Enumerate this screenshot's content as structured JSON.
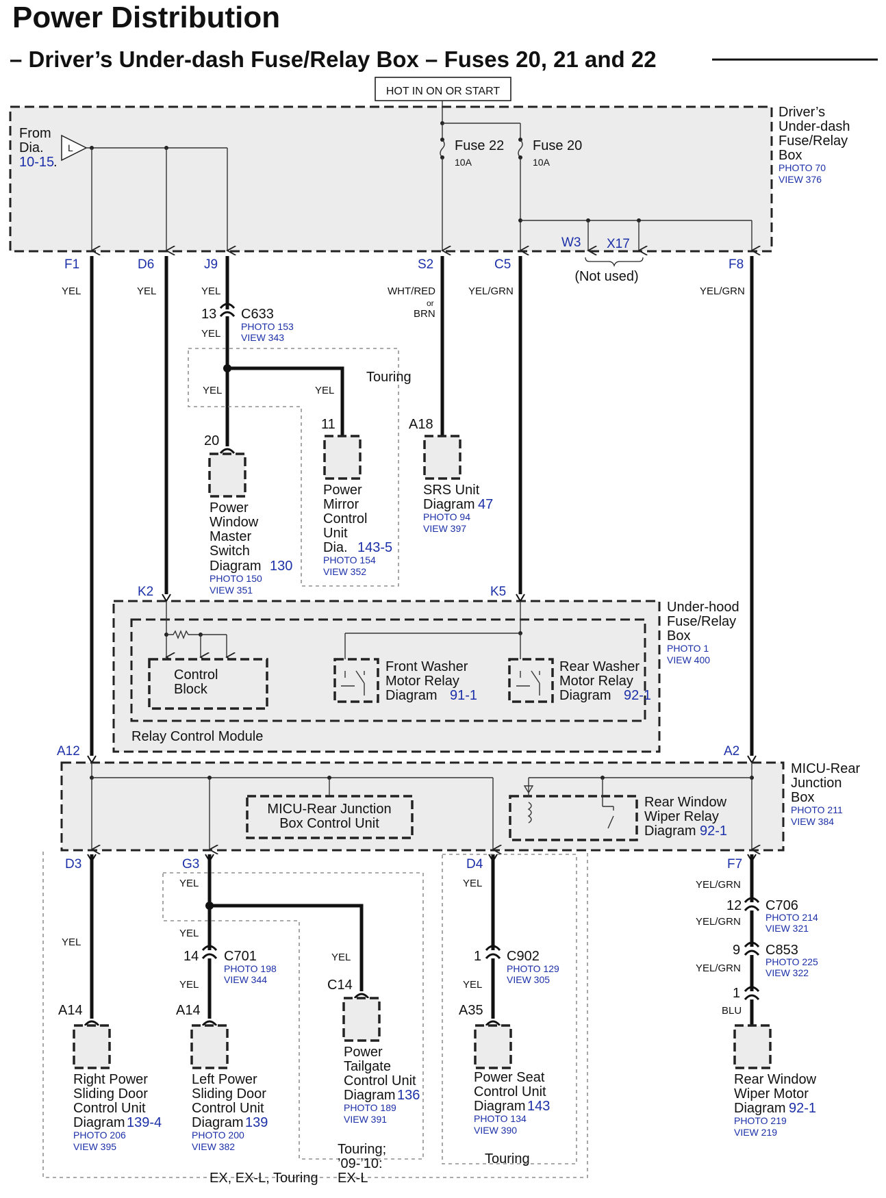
{
  "title": "Power Distribution",
  "subtitle": "– Driver’s Under-dash Fuse/Relay Box – Fuses 20, 21 and 22",
  "hot_label": "HOT IN ON OR START",
  "from_dia": {
    "line1": "From",
    "line2": "Dia.",
    "ref": "10-15",
    "dot": ".",
    "symbol": "L"
  },
  "driver_box": {
    "line1": "Driver’s",
    "line2": "Under-dash",
    "line3": "Fuse/Relay",
    "line4": "Box",
    "photo": "PHOTO 70",
    "view": "VIEW 376"
  },
  "fuses": [
    {
      "name": "Fuse 22",
      "rating": "10A"
    },
    {
      "name": "Fuse 20",
      "rating": "10A"
    }
  ],
  "terminals_top": {
    "f1": "F1",
    "d6": "D6",
    "j9": "J9",
    "s2": "S2",
    "c5": "C5",
    "w3": "W3",
    "x17": "X17",
    "f8": "F8",
    "not_used": "(Not used)"
  },
  "wire_colors": {
    "yel": "YEL",
    "wht_red": "WHT/RED",
    "or": "or",
    "brn": "BRN",
    "yel_grn": "YEL/GRN",
    "blu": "BLU"
  },
  "c633": {
    "pin": "13",
    "name": "C633",
    "photo": "PHOTO 153",
    "view": "VIEW 343"
  },
  "touring": "Touring",
  "pwm_switch": {
    "pin": "20",
    "line1": "Power",
    "line2": "Window",
    "line3": "Master",
    "line4": "Switch",
    "diagram": "Diagram",
    "num": "130",
    "photo": "PHOTO 150",
    "view": "VIEW 351"
  },
  "mirror_unit": {
    "pin": "11",
    "line1": "Power",
    "line2": "Mirror",
    "line3": "Control",
    "line4": "Unit",
    "dia": "Dia.",
    "num": "143-5",
    "photo": "PHOTO 154",
    "view": "VIEW 352"
  },
  "srs_unit": {
    "pin": "A18",
    "line1": "SRS Unit",
    "diagram": "Diagram",
    "num": "47",
    "photo": "PHOTO 94",
    "view": "VIEW 397"
  },
  "underhood": {
    "k2": "K2",
    "k5": "K5",
    "line1": "Under-hood",
    "line2": "Fuse/Relay",
    "line3": "Box",
    "photo": "PHOTO 1",
    "view": "VIEW 400",
    "control_block": {
      "line1": "Control",
      "line2": "Block"
    },
    "front_washer": {
      "line1": "Front Washer",
      "line2": "Motor Relay",
      "diagram": "Diagram",
      "num": "91-1"
    },
    "rear_washer": {
      "line1": "Rear Washer",
      "line2": "Motor Relay",
      "diagram": "Diagram",
      "num": "92-1"
    },
    "module": "Relay Control Module"
  },
  "micu": {
    "a12": "A12",
    "a2": "A2",
    "line1": "MICU-Rear",
    "line2": "Junction",
    "line3": "Box",
    "photo": "PHOTO 211",
    "view": "VIEW 384",
    "cu_line1": "MICU-Rear Junction",
    "cu_line2": "Box Control Unit",
    "wiper_relay": {
      "line1": "Rear Window",
      "line2": "Wiper Relay",
      "diagram": "Diagram",
      "num": "92-1"
    }
  },
  "terminals_bottom": {
    "d3": "D3",
    "g3": "G3",
    "d4": "D4",
    "f7": "F7"
  },
  "c701": {
    "pin": "14",
    "name": "C701",
    "photo": "PHOTO 198",
    "view": "VIEW 344"
  },
  "c902": {
    "pin": "1",
    "name": "C902",
    "photo": "PHOTO 129",
    "view": "VIEW 305"
  },
  "c706": {
    "pin": "12",
    "name": "C706",
    "photo": "PHOTO 214",
    "view": "VIEW 321"
  },
  "c853": {
    "pin": "9",
    "name": "C853",
    "photo": "PHOTO 225",
    "view": "VIEW 322"
  },
  "wiper_motor_pin": "1",
  "right_door": {
    "pin": "A14",
    "line1": "Right Power",
    "line2": "Sliding Door",
    "line3": "Control Unit",
    "diagram": "Diagram",
    "num": "139-4",
    "photo": "PHOTO 206",
    "view": "VIEW 395"
  },
  "left_door": {
    "pin": "A14",
    "line1": "Left Power",
    "line2": "Sliding Door",
    "line3": "Control Unit",
    "diagram": "Diagram",
    "num": "139",
    "photo": "PHOTO 200",
    "view": "VIEW 382"
  },
  "tailgate": {
    "pin": "C14",
    "line1": "Power",
    "line2": "Tailgate",
    "line3": "Control Unit",
    "diagram": "Diagram",
    "num": "136",
    "photo": "PHOTO 189",
    "view": "VIEW 391"
  },
  "seat": {
    "pin": "A35",
    "line1": "Power Seat",
    "line2": "Control Unit",
    "diagram": "Diagram",
    "num": "143",
    "photo": "PHOTO 134",
    "view": "VIEW 390"
  },
  "wiper_motor": {
    "line1": "Rear Window",
    "line2": "Wiper Motor",
    "diagram": "Diagram",
    "num": "92-1",
    "photo": "PHOTO 219",
    "view": "VIEW 219"
  },
  "notes": {
    "ex_touring": "EX, EX-L, Touring",
    "tg_line1": "Touring;",
    "tg_line2": "’09-’10:",
    "tg_line3": "EX-L",
    "touring_seat": "Touring"
  }
}
